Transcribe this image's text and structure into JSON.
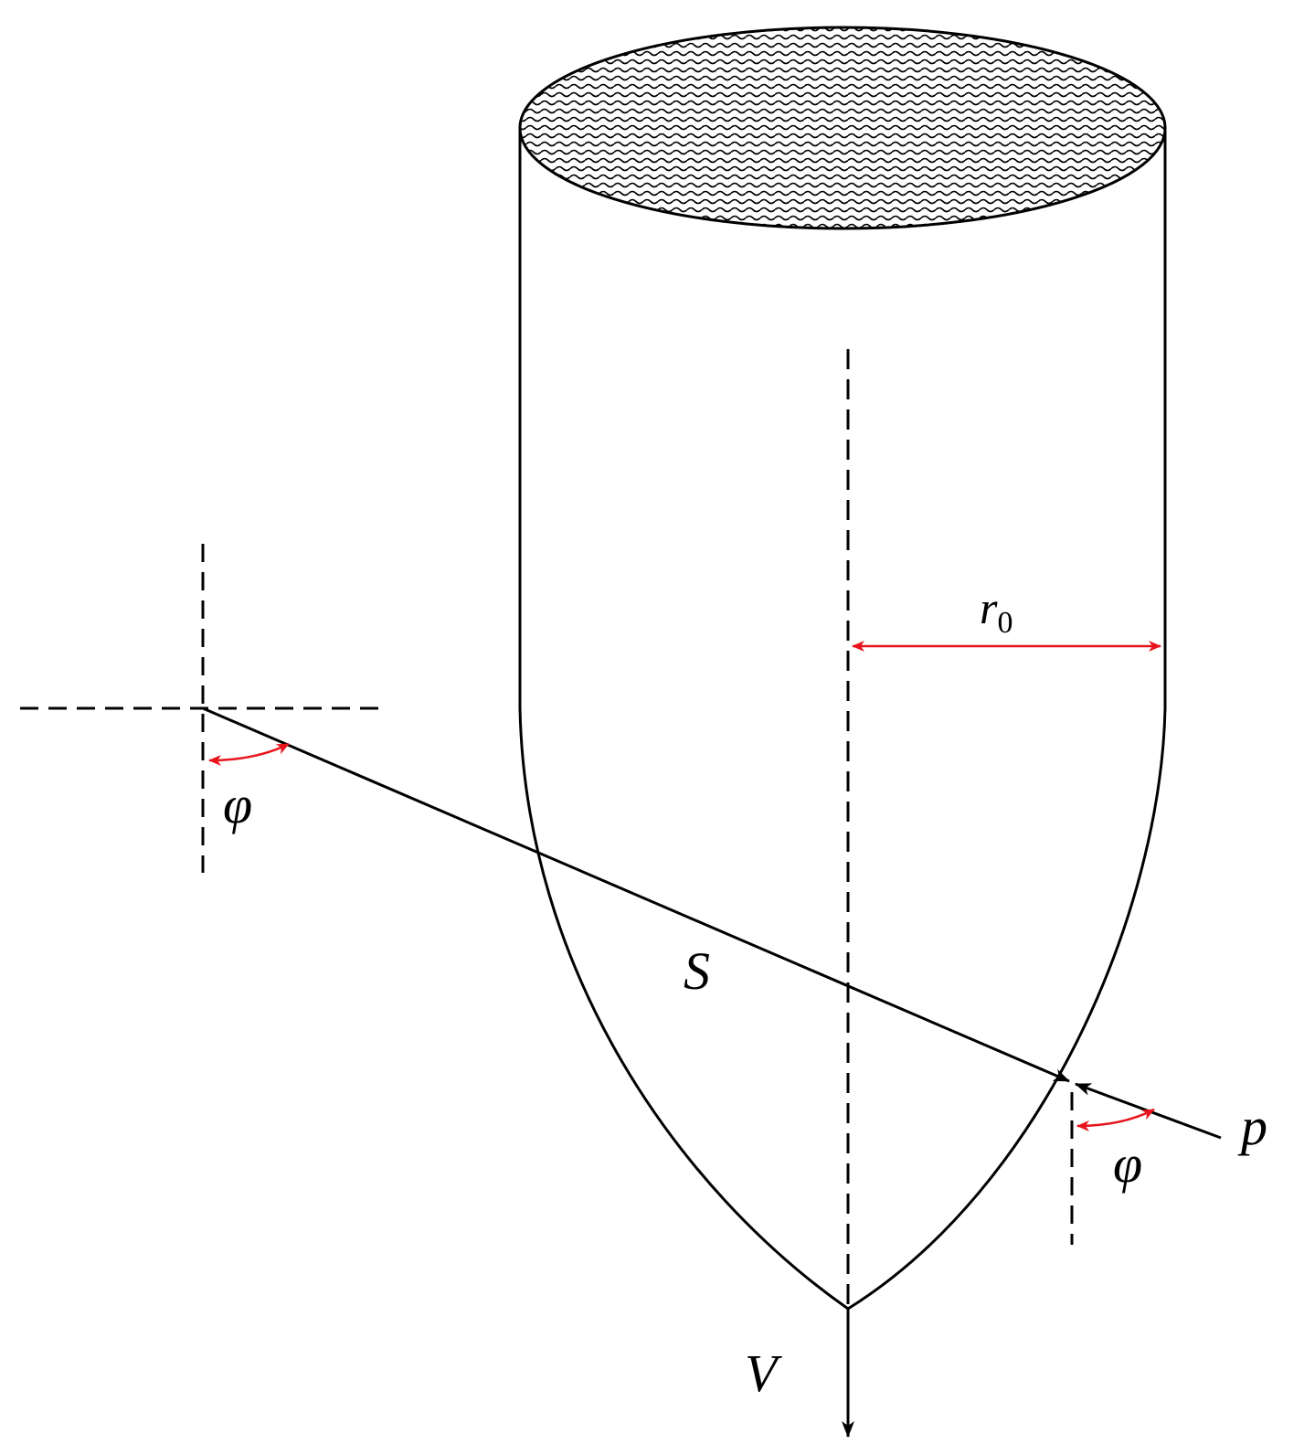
{
  "labels": {
    "radius": "r",
    "radius_sub": "0",
    "distance": "S",
    "angle_left": "φ",
    "angle_right": "φ",
    "point": "p",
    "velocity": "V"
  },
  "colors": {
    "stroke": "#000000",
    "dimension": "#e8141c",
    "hatch": "#000000",
    "background": "#ffffff"
  }
}
